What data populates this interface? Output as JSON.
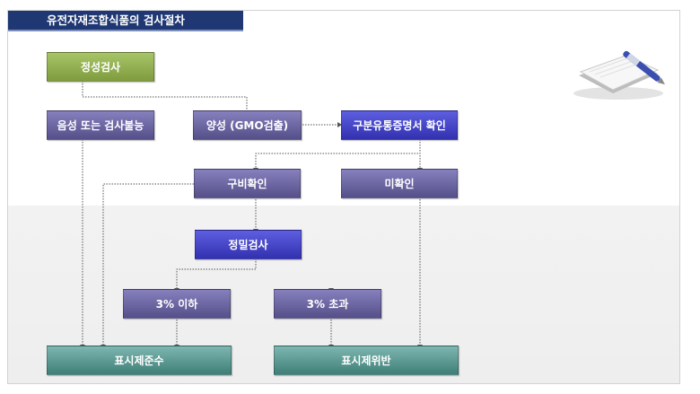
{
  "title": "유전자재조합식품의 검사절차",
  "nodes": {
    "qualitative": "정성검사",
    "negative": "음성 또는 검사불능",
    "positive": "양성 (GMO검출)",
    "certificate_check": "구분유통증명서 확인",
    "certificate_ok": "구비확인",
    "certificate_missing": "미확인",
    "quantitative": "정밀검사",
    "under_3": "3% 이하",
    "over_3": "3% 초과",
    "compliant": "표시제준수",
    "violation": "표시제위반"
  },
  "icon": "notepad-and-pen-icon"
}
